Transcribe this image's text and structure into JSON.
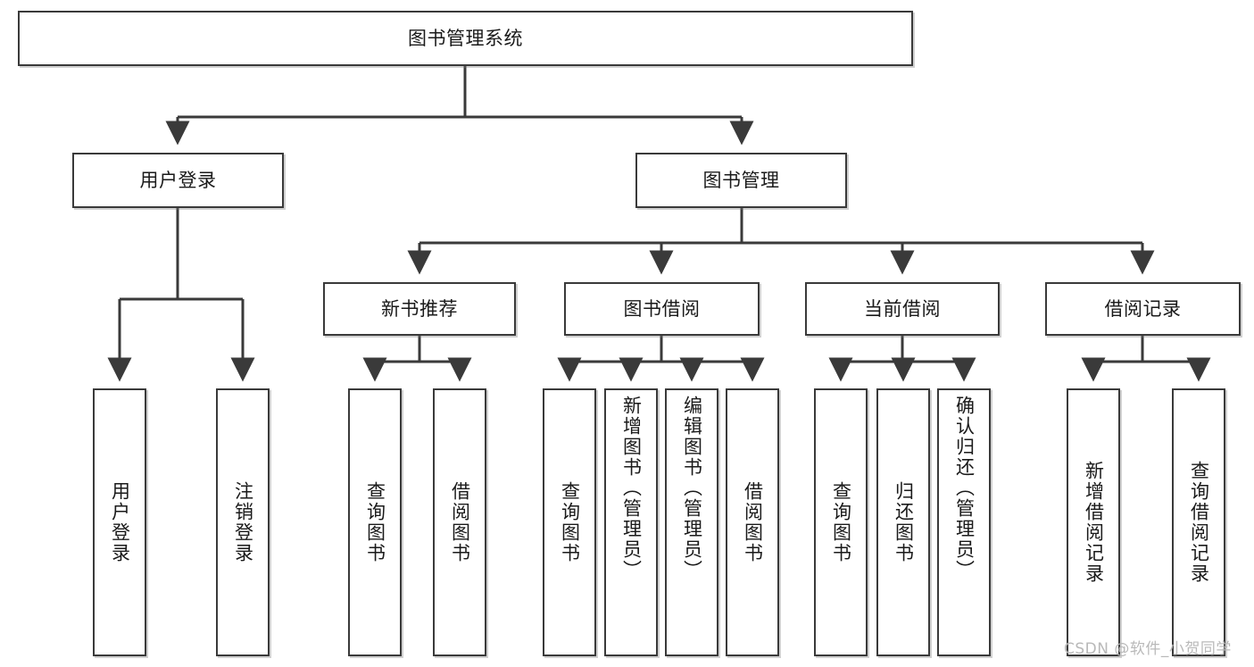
{
  "diagram": {
    "title": "图书管理系统",
    "type": "tree-hierarchy-diagram",
    "watermark": "CSDN @软件_小贺同学",
    "colors": {
      "box_border": "#3a3a3a",
      "box_fill": "#ffffff",
      "edge": "#3a3a3a",
      "text": "#1a1a1a",
      "watermark": "#b9b9b9"
    },
    "root": {
      "id": "root",
      "label": "图书管理系统"
    },
    "level2": [
      {
        "id": "user-login",
        "label": "用户登录"
      },
      {
        "id": "book-manage",
        "label": "图书管理"
      }
    ],
    "level3": [
      {
        "id": "new-book-recommend",
        "label": "新书推荐",
        "parent": "book-manage"
      },
      {
        "id": "book-borrow",
        "label": "图书借阅",
        "parent": "book-manage"
      },
      {
        "id": "current-borrow",
        "label": "当前借阅",
        "parent": "book-manage"
      },
      {
        "id": "borrow-record",
        "label": "借阅记录",
        "parent": "book-manage"
      }
    ],
    "leaves": [
      {
        "id": "leaf-user-login",
        "label": "用户登录",
        "parent": "user-login"
      },
      {
        "id": "leaf-logout",
        "label": "注销登录",
        "parent": "user-login"
      },
      {
        "id": "leaf-query-book-1",
        "label": "查询图书",
        "parent": "new-book-recommend"
      },
      {
        "id": "leaf-borrow-book-1",
        "label": "借阅图书",
        "parent": "new-book-recommend"
      },
      {
        "id": "leaf-query-book-2",
        "label": "查询图书",
        "parent": "book-borrow"
      },
      {
        "id": "leaf-add-book",
        "label": "新增图书（管理员）",
        "parent": "book-borrow"
      },
      {
        "id": "leaf-edit-book",
        "label": "编辑图书（管理员）",
        "parent": "book-borrow"
      },
      {
        "id": "leaf-borrow-book-2",
        "label": "借阅图书",
        "parent": "book-borrow"
      },
      {
        "id": "leaf-query-book-3",
        "label": "查询图书",
        "parent": "current-borrow"
      },
      {
        "id": "leaf-return-book",
        "label": "归还图书",
        "parent": "current-borrow"
      },
      {
        "id": "leaf-confirm-return",
        "label": "确认归还（管理员）",
        "parent": "current-borrow"
      },
      {
        "id": "leaf-add-record",
        "label": "新增借阅记录",
        "parent": "borrow-record"
      },
      {
        "id": "leaf-query-record",
        "label": "查询借阅记录",
        "parent": "borrow-record"
      }
    ]
  }
}
